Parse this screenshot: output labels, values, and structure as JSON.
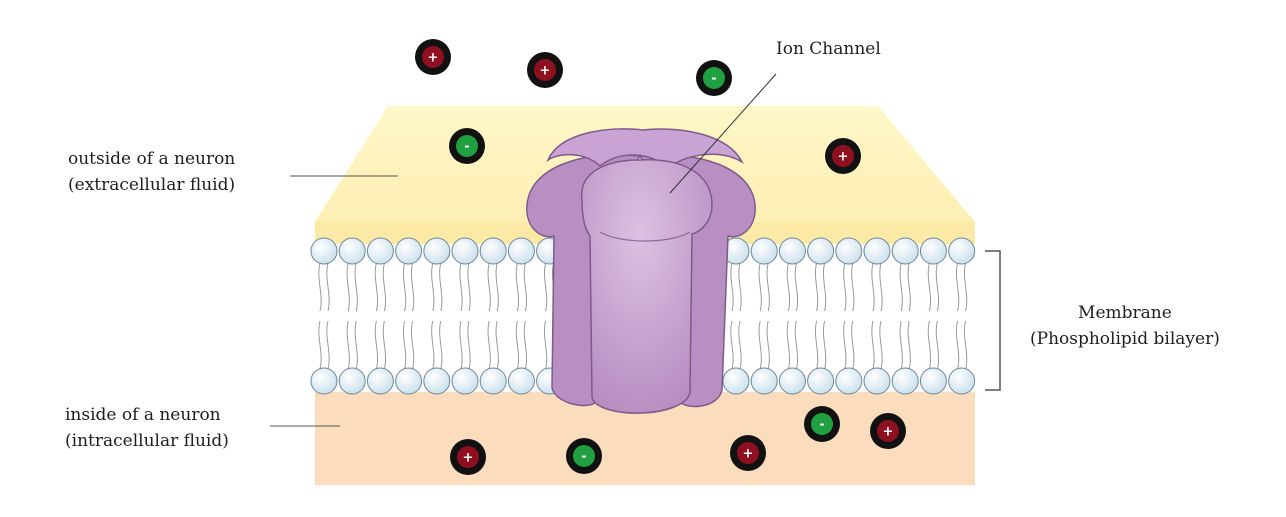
{
  "labels": {
    "outside_line1": "outside of a neuron",
    "outside_line2": "(extracellular fluid)",
    "inside_line1": "inside of a neuron",
    "inside_line2": "(intracellular fluid)",
    "ion_channel": "Ion Channel",
    "membrane_line1": "Membrane",
    "membrane_line2": "(Phospholipid bilayer)"
  },
  "ions": {
    "positive_symbol": "+",
    "negative_symbol": "-",
    "outside": [
      "+",
      "+",
      "-",
      "-",
      "+"
    ],
    "inside": [
      "+",
      "-",
      "+",
      "-",
      "+"
    ]
  },
  "colors": {
    "extracellular": "#fff5c2",
    "intracellular": "#fbdcbc",
    "channel": "#c49ccd",
    "positive_ion": "#8e1020",
    "negative_ion": "#20a040",
    "lipid_head": "#e6f2f9"
  }
}
